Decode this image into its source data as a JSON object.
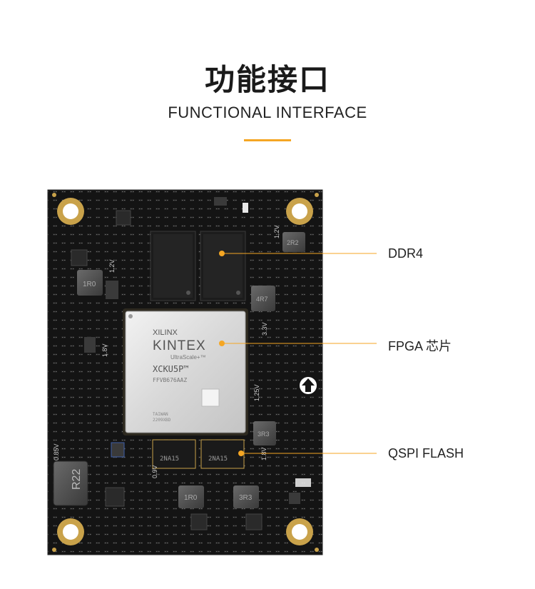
{
  "header": {
    "title_cn": "功能接口",
    "title_en": "FUNCTIONAL INTERFACE"
  },
  "chip": {
    "brand": "XILINX",
    "family": "KINTEX",
    "series": "UltraScale+™",
    "part": "XCKU5P™",
    "package": "FFVB676AAZ",
    "origin": "TAIWAN",
    "date": "2209XBD"
  },
  "inductors": [
    "R22",
    "1R0",
    "3R3",
    "1R0",
    "2R2",
    "4R7",
    "3R3"
  ],
  "flash_marking": "2NA15",
  "rail_labels": [
    "1.2V",
    "1.8V",
    "0.85V",
    "3.3V",
    "1.25V",
    "1.8V",
    "1.2V",
    "0.9V"
  ],
  "callouts": [
    {
      "label": "DDR4"
    },
    {
      "label": "FPGA 芯片"
    },
    {
      "label": "QSPI FLASH"
    }
  ],
  "colors": {
    "accent": "#f5a623",
    "board": "#141414",
    "gold": "#c9a24a"
  }
}
